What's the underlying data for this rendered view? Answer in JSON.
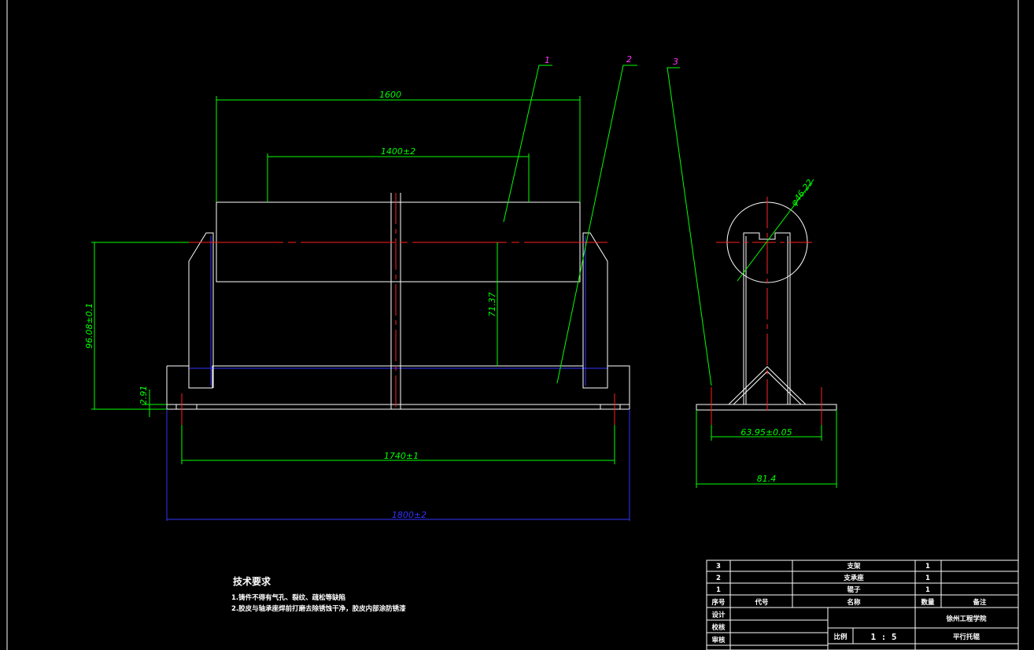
{
  "colors": {
    "background": "#000000",
    "outline": "#ffffff",
    "dimension": "#00ff00",
    "centerline": "#ff2020",
    "hidden": "#3333ff",
    "balloon": "#ff33ff",
    "leader": "#00ff00"
  },
  "balloons": [
    "1",
    "2",
    "3"
  ],
  "dimensions": {
    "overall_roller": "1600",
    "roller_body": "1400±2",
    "height": "96.08±0.1",
    "base_thickness": "2.91",
    "axis_height": "71.37",
    "bolt_spacing": "1740±1",
    "overall_width": "1800±2",
    "roller_diameter": "φ46.22",
    "side_bolt_spacing": "63.95±0.05",
    "side_width": "81.4"
  },
  "technical_requirements": {
    "title": "技术要求",
    "lines": [
      "1.铸件不得有气孔、裂纹、疏松等缺陷",
      "2.胶皮与轴承座焊前打磨去除锈蚀干净，胶皮内部涂防锈漆"
    ]
  },
  "parts_list": {
    "rows": [
      {
        "no": "3",
        "code": "",
        "name": "支架",
        "qty": "1",
        "note": ""
      },
      {
        "no": "2",
        "code": "",
        "name": "支承座",
        "qty": "1",
        "note": ""
      },
      {
        "no": "1",
        "code": "",
        "name": "辊子",
        "qty": "1",
        "note": ""
      }
    ],
    "header": {
      "no": "序号",
      "code": "代号",
      "name": "名称",
      "qty": "数量",
      "note": "备注"
    }
  },
  "title_block": {
    "design_label": "设计",
    "check_label": "校核",
    "review_label": "审核",
    "school": "徐州工程学院",
    "scale_label": "比例",
    "scale_value": "1 : 5",
    "drawing_name": "平行托辊"
  }
}
